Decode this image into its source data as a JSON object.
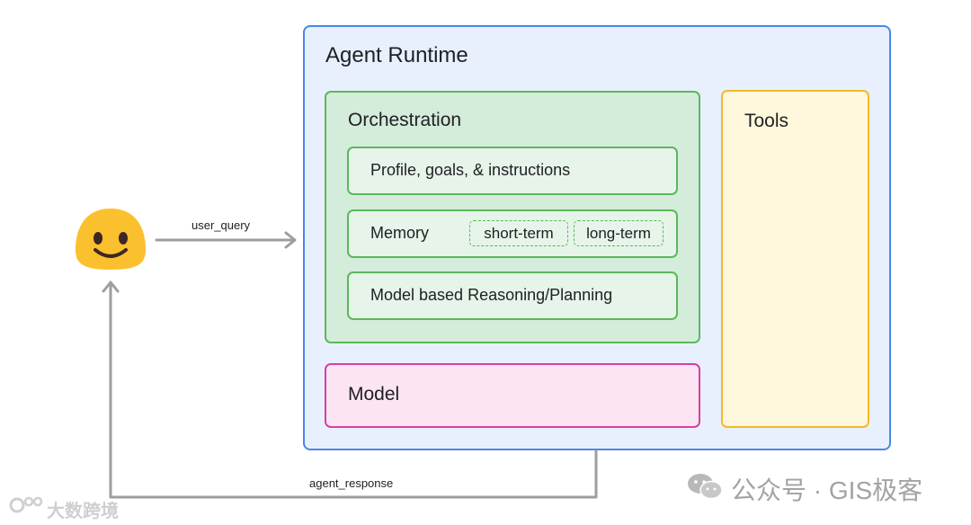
{
  "runtime": {
    "title": "Agent Runtime"
  },
  "orchestration": {
    "title": "Orchestration",
    "items": [
      {
        "label": "Profile, goals, & instructions"
      },
      {
        "label": "Memory"
      },
      {
        "label": "Model based Reasoning/Planning"
      }
    ],
    "memory_tags": [
      "short-term",
      "long-term"
    ]
  },
  "model": {
    "title": "Model"
  },
  "tools": {
    "title": "Tools"
  },
  "arrows": {
    "query": "user_query",
    "response": "agent_response"
  },
  "watermark": {
    "right": "公众号 · GIS极客",
    "left": "大数跨境"
  },
  "colors": {
    "runtime_fill": "#e8f0fe",
    "runtime_border": "#4a86e8",
    "orch_fill": "#d4ecda",
    "orch_border": "#5cb85c",
    "model_fill": "#fce4f2",
    "model_border": "#d63fa4",
    "tools_fill": "#fff8dc",
    "tools_border": "#f4b82b",
    "smiley": "#fbc02d",
    "arrow": "#9e9e9e"
  }
}
